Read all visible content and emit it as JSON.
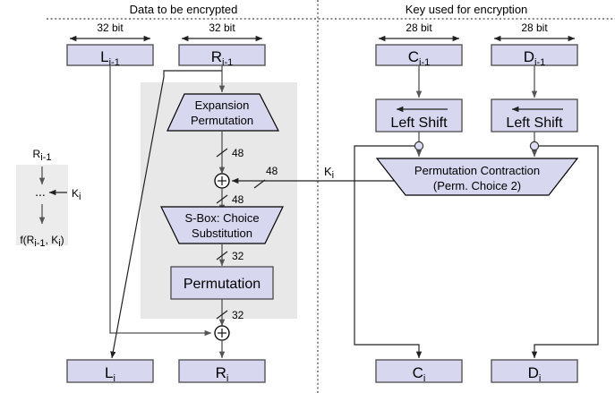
{
  "headers": {
    "left": "Data to be encrypted",
    "right": "Key used for encryption"
  },
  "bit_widths": {
    "left_data": "32 bit",
    "right_data": "32 bit",
    "left_key": "28 bit",
    "right_key": "28 bit"
  },
  "top_boxes": {
    "l_prev_base": "L",
    "l_prev_sub": "i-1",
    "r_prev_base": "R",
    "r_prev_sub": "i-1",
    "c_prev_base": "C",
    "c_prev_sub": "i-1",
    "d_prev_base": "D",
    "d_prev_sub": "i-1"
  },
  "bottom_boxes": {
    "l_next_base": "L",
    "l_next_sub": "i",
    "r_next_base": "R",
    "r_next_sub": "i",
    "c_next_base": "C",
    "c_next_sub": "i",
    "d_next_base": "D",
    "d_next_sub": "i"
  },
  "blocks": {
    "expansion_line1": "Expansion",
    "expansion_line2": "Permutation",
    "sbox_line1": "S-Box: Choice",
    "sbox_line2": "Substitution",
    "permutation": "Permutation",
    "left_shift_1": "Left Shift",
    "left_shift_2": "Left Shift",
    "contraction_line1": "Permutation Contraction",
    "contraction_line2": "(Perm. Choice 2)"
  },
  "wire_labels": {
    "expansion_out": "48",
    "xor_out": "48",
    "key_in": "48",
    "sbox_out": "32",
    "perm_out": "32",
    "subkey_base": "K",
    "subkey_sub": "i"
  },
  "legend": {
    "input_base": "R",
    "input_sub": "i-1",
    "dots": "...",
    "key_base": "K",
    "key_sub": "i",
    "output": "f(R",
    "output_sub1": "i-1",
    "output_mid": ", K",
    "output_sub2": "i",
    "output_end": ")"
  },
  "colors": {
    "box_fill": "#d7d7f0",
    "panel_fill": "#e8e8e8",
    "stroke": "#555555",
    "background": "#ffffff"
  }
}
